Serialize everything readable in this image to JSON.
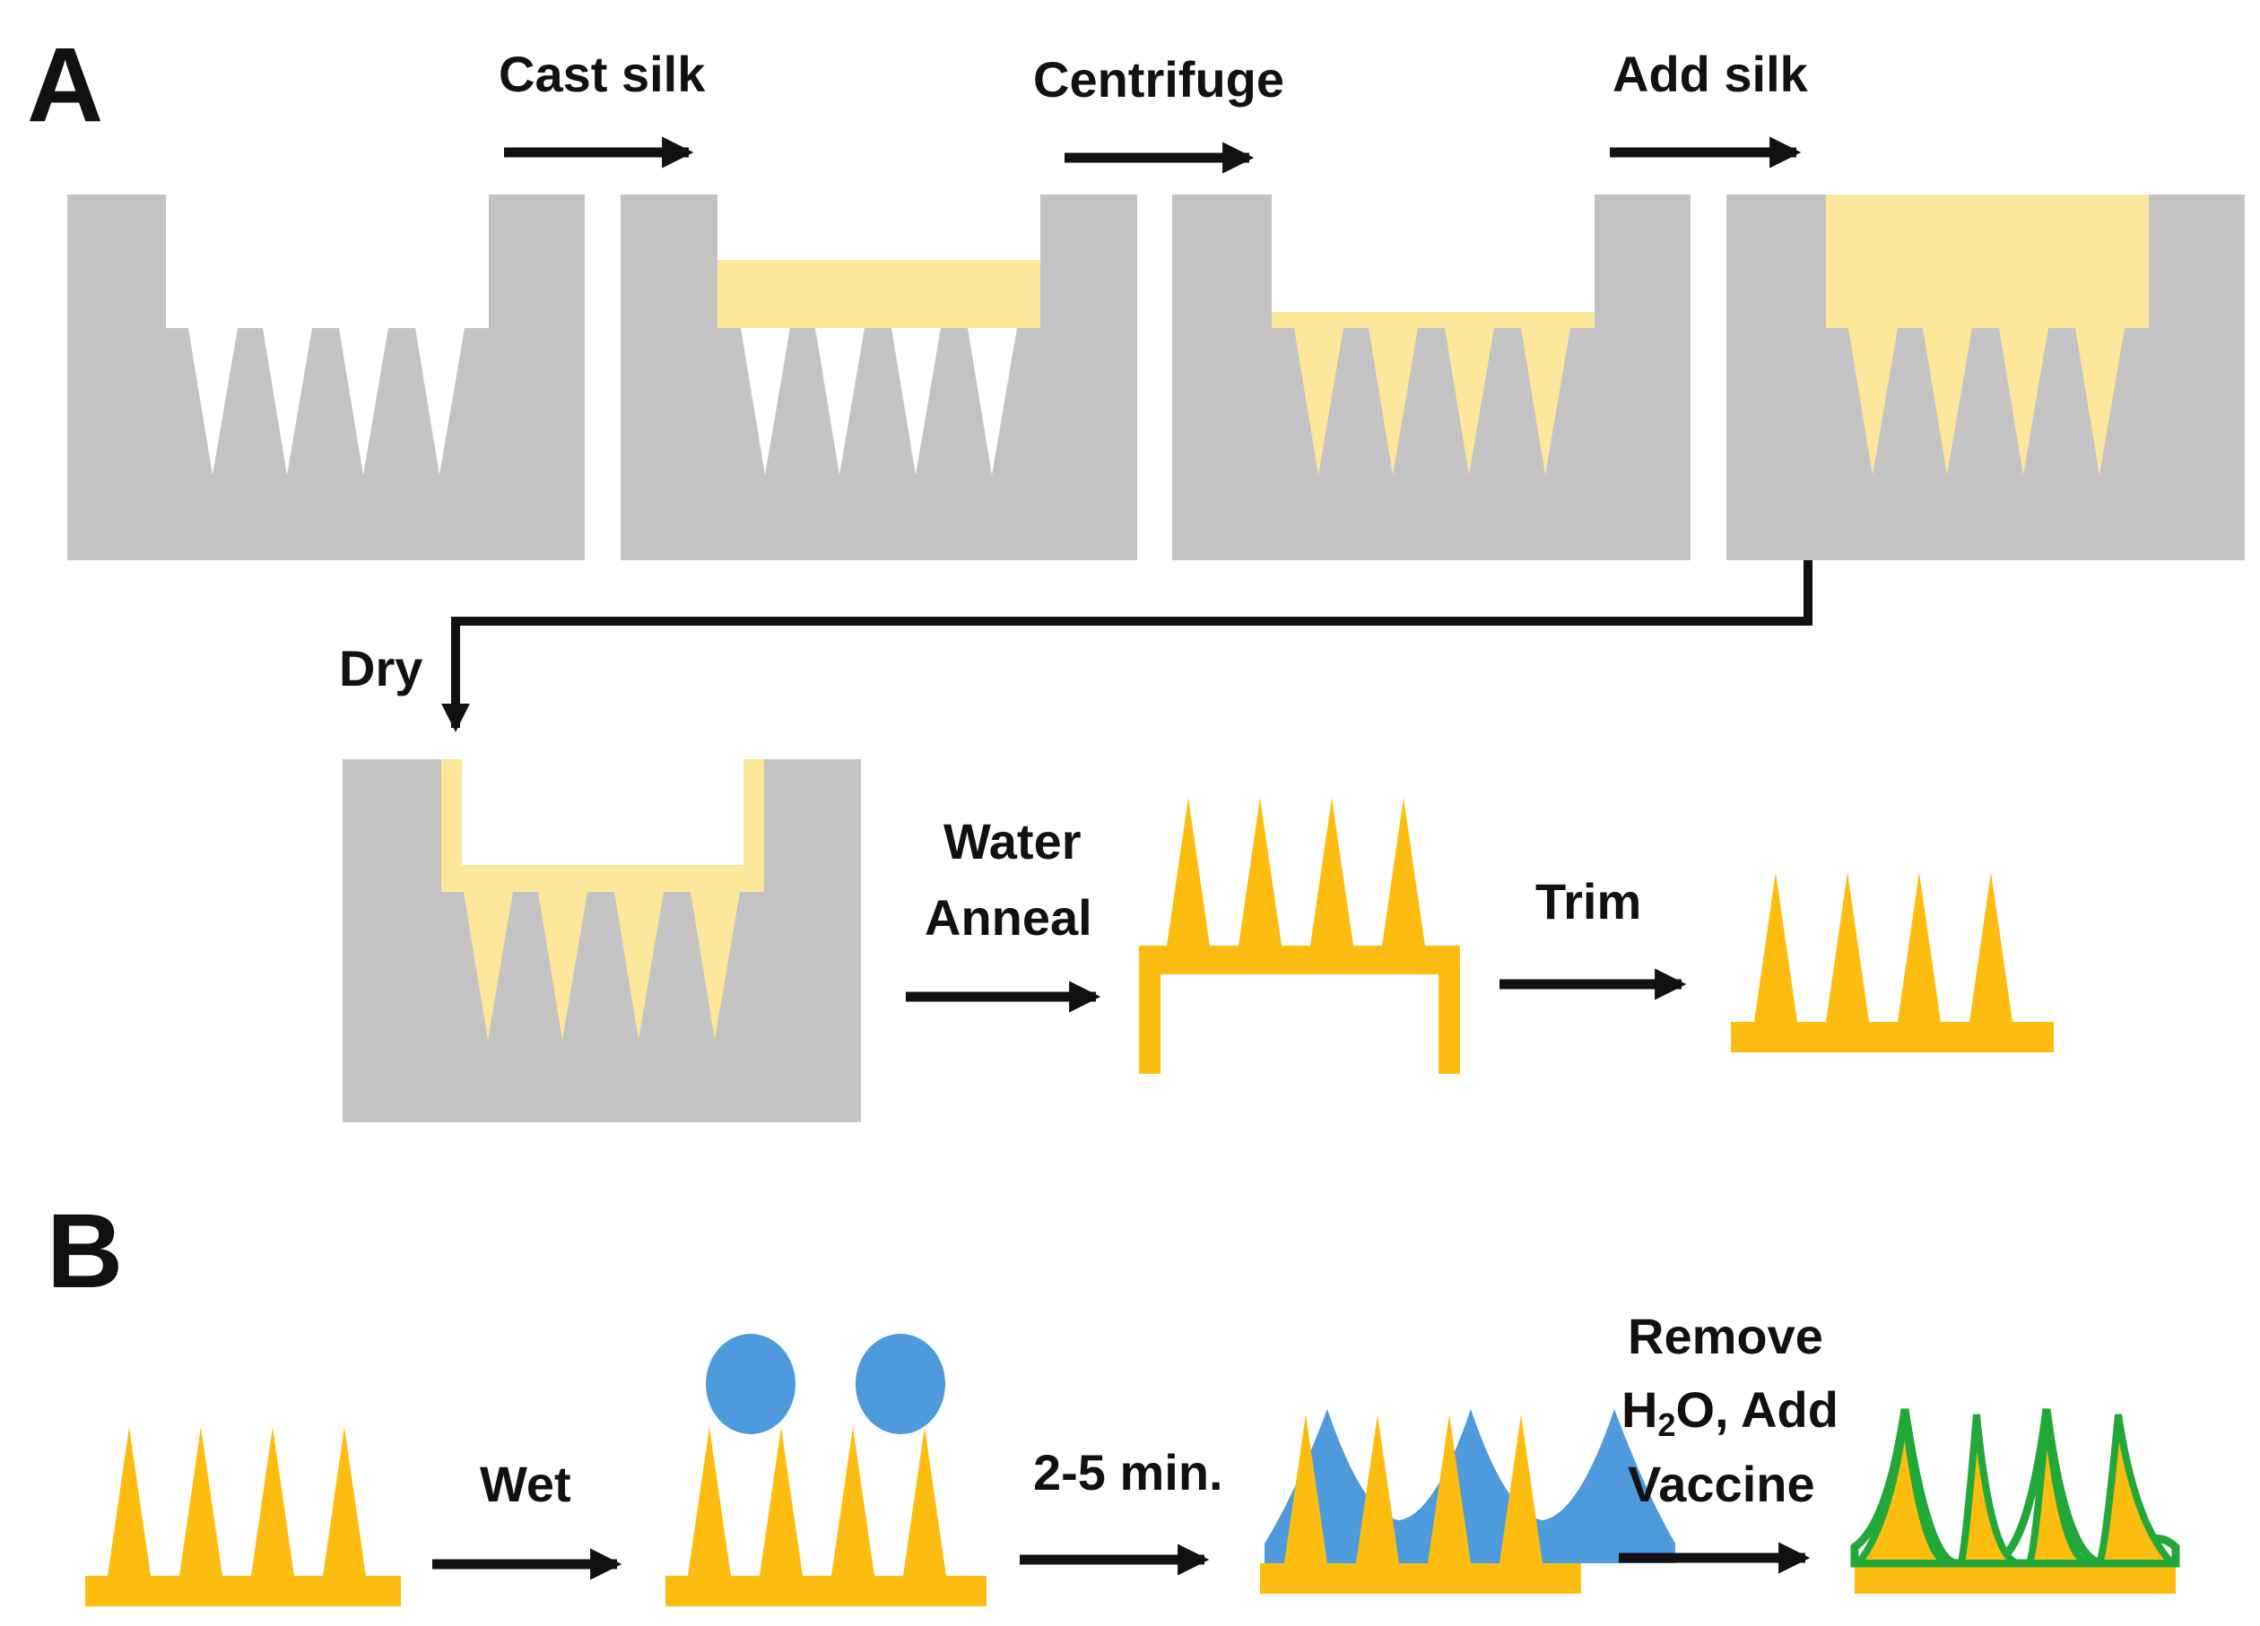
{
  "panels": {
    "a": {
      "letter": "A"
    },
    "b": {
      "letter": "B"
    }
  },
  "steps_a": {
    "cast_silk": "Cast silk",
    "centrifuge": "Centrifuge",
    "add_silk": "Add silk",
    "dry": "Dry",
    "water_anneal_line1": "Water",
    "water_anneal_line2": "Anneal",
    "trim": "Trim"
  },
  "steps_b": {
    "wet": "Wet",
    "wait": "2-5 min.",
    "remove_line1": "Remove",
    "remove_line2_h": "H",
    "remove_line2_sub": "2",
    "remove_line2_rest": "O, Add",
    "remove_line3": "Vaccine"
  },
  "colors": {
    "mold": "#c3c3c3",
    "silk_solution": "#fde79b",
    "silk_solid": "#fdbd10",
    "water": "#4d9bdc",
    "vaccine": "#22a838",
    "arrow": "#111111"
  }
}
